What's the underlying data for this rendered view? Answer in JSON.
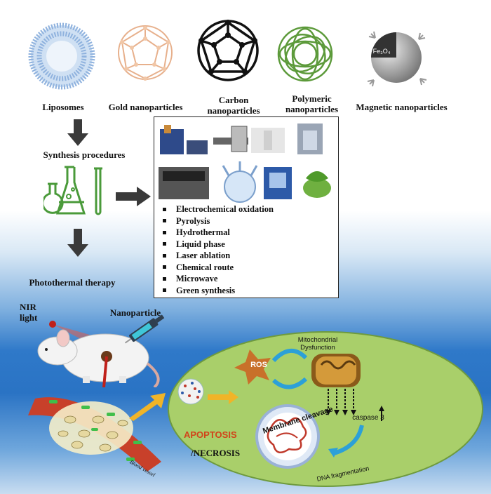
{
  "nanoparticles": [
    {
      "label": "Liposomes",
      "icon": "liposome-icon"
    },
    {
      "label": "Gold nanoparticles",
      "icon": "gold-nanoparticle-icon"
    },
    {
      "label": "Carbon nanoparticles",
      "icon": "carbon-fullerene-icon"
    },
    {
      "label": "Polymeric nanoparticles",
      "icon": "polymer-ball-icon"
    },
    {
      "label": "Magnetic nanoparticles",
      "icon": "magnetic-sphere-icon"
    }
  ],
  "magnetic_core_label": "Fe₃O₄",
  "synthesis": {
    "title": "Synthesis procedures"
  },
  "methods": [
    "Electrochemical oxidation",
    "Pyrolysis",
    "Hydrothermal",
    "Liquid phase",
    "Laser ablation",
    "Chemical route",
    "Microwave",
    "Green synthesis"
  ],
  "therapy": {
    "title": "Photothermal therapy",
    "nir_label": "NIR light",
    "nanoparticle_label": "Nanoparticle",
    "blood_vessel_label": "Blood vessel"
  },
  "cell": {
    "ros": "ROS",
    "mito": "Mitochondrial Dysfunction",
    "caspase": "caspase 3",
    "membrane": "Membrane cleavage",
    "dna": "DNA fragmentation",
    "apoptosis": "APOPTOSIS",
    "necrosis": "/NECROSIS"
  },
  "colors": {
    "arrow": "#3a3a3a",
    "flask": "#4a9a3a",
    "cell_fill": "#a9cf6a",
    "ros": "#c8702a",
    "apoptosis": "#d1441a",
    "yellow_arrow": "#f0b428"
  }
}
